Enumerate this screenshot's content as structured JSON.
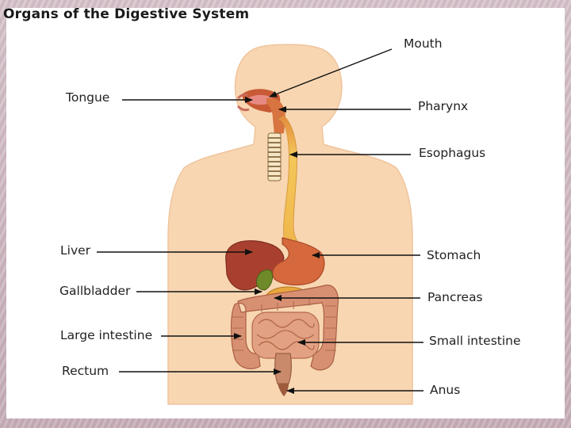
{
  "title": "Organs of the Digestive System",
  "labels": {
    "mouth": "Mouth",
    "tongue": "Tongue",
    "pharynx": "Pharynx",
    "esophagus": "Esophagus",
    "liver": "Liver",
    "stomach": "Stomach",
    "gallbladder": "Gallbladder",
    "pancreas": "Pancreas",
    "large_intestine": "Large intestine",
    "small_intestine": "Small intestine",
    "rectum": "Rectum",
    "anus": "Anus"
  },
  "colors": {
    "skin": "#f8d6b2",
    "skin_edge": "#eab98f",
    "organ": "#d26a3e",
    "liver": "#a8402f",
    "gallbladder": "#6e8a2a",
    "pancreas": "#e3a23a",
    "esophagus": "#f1c35a",
    "intestine": "#d98f6f",
    "colon": "#c98669"
  }
}
